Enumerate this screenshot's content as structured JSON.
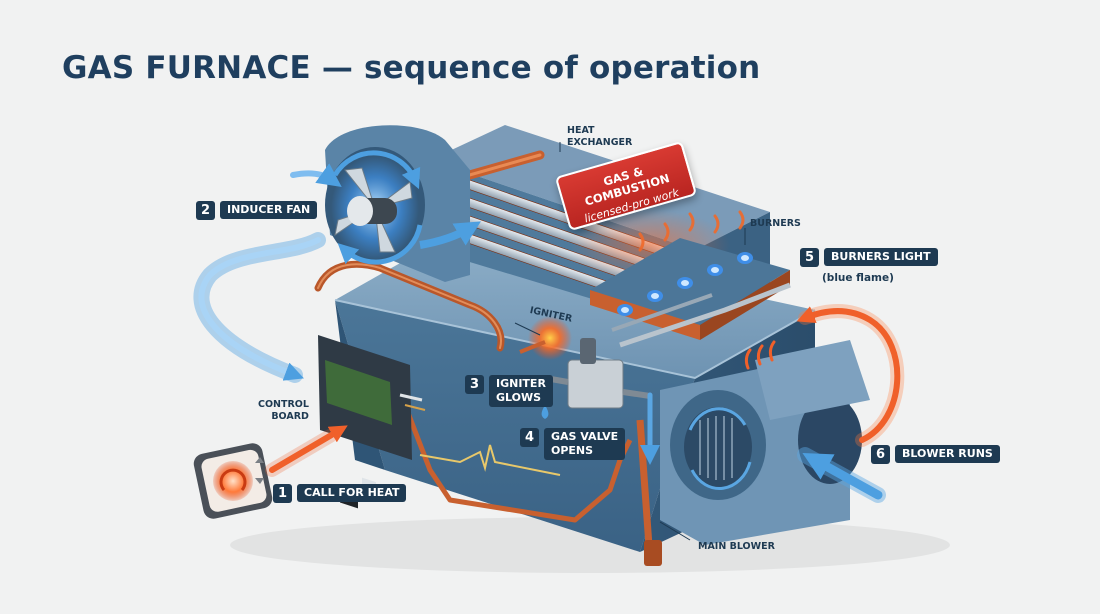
{
  "title": "GAS FURNACE — sequence of operation",
  "steps": [
    {
      "num": "1",
      "label": "CALL FOR HEAT"
    },
    {
      "num": "2",
      "label": "INDUCER FAN"
    },
    {
      "num": "3",
      "label": "IGNITER\nGLOWS"
    },
    {
      "num": "4",
      "label": "GAS VALVE\nOPENS"
    },
    {
      "num": "5",
      "label": "BURNERS LIGHT",
      "note": "(blue flame)"
    },
    {
      "num": "6",
      "label": "BLOWER RUNS"
    }
  ],
  "callouts": {
    "heat_exchanger": "HEAT\nEXCHANGER",
    "burners": "BURNERS",
    "igniter": "IGNITER",
    "control_board": "CONTROL\nBOARD",
    "main_blower": "MAIN BLOWER"
  },
  "warning": {
    "line1": "GAS & COMBUSTION",
    "line2": "licensed-pro work"
  },
  "colors": {
    "cabinet": "#3e6a8e",
    "navy": "#1e3a52",
    "warning_red": "#c8302a",
    "copper": "#c8602f",
    "air_blue": "#5aa6e2",
    "hot_orange": "#f0602a"
  }
}
